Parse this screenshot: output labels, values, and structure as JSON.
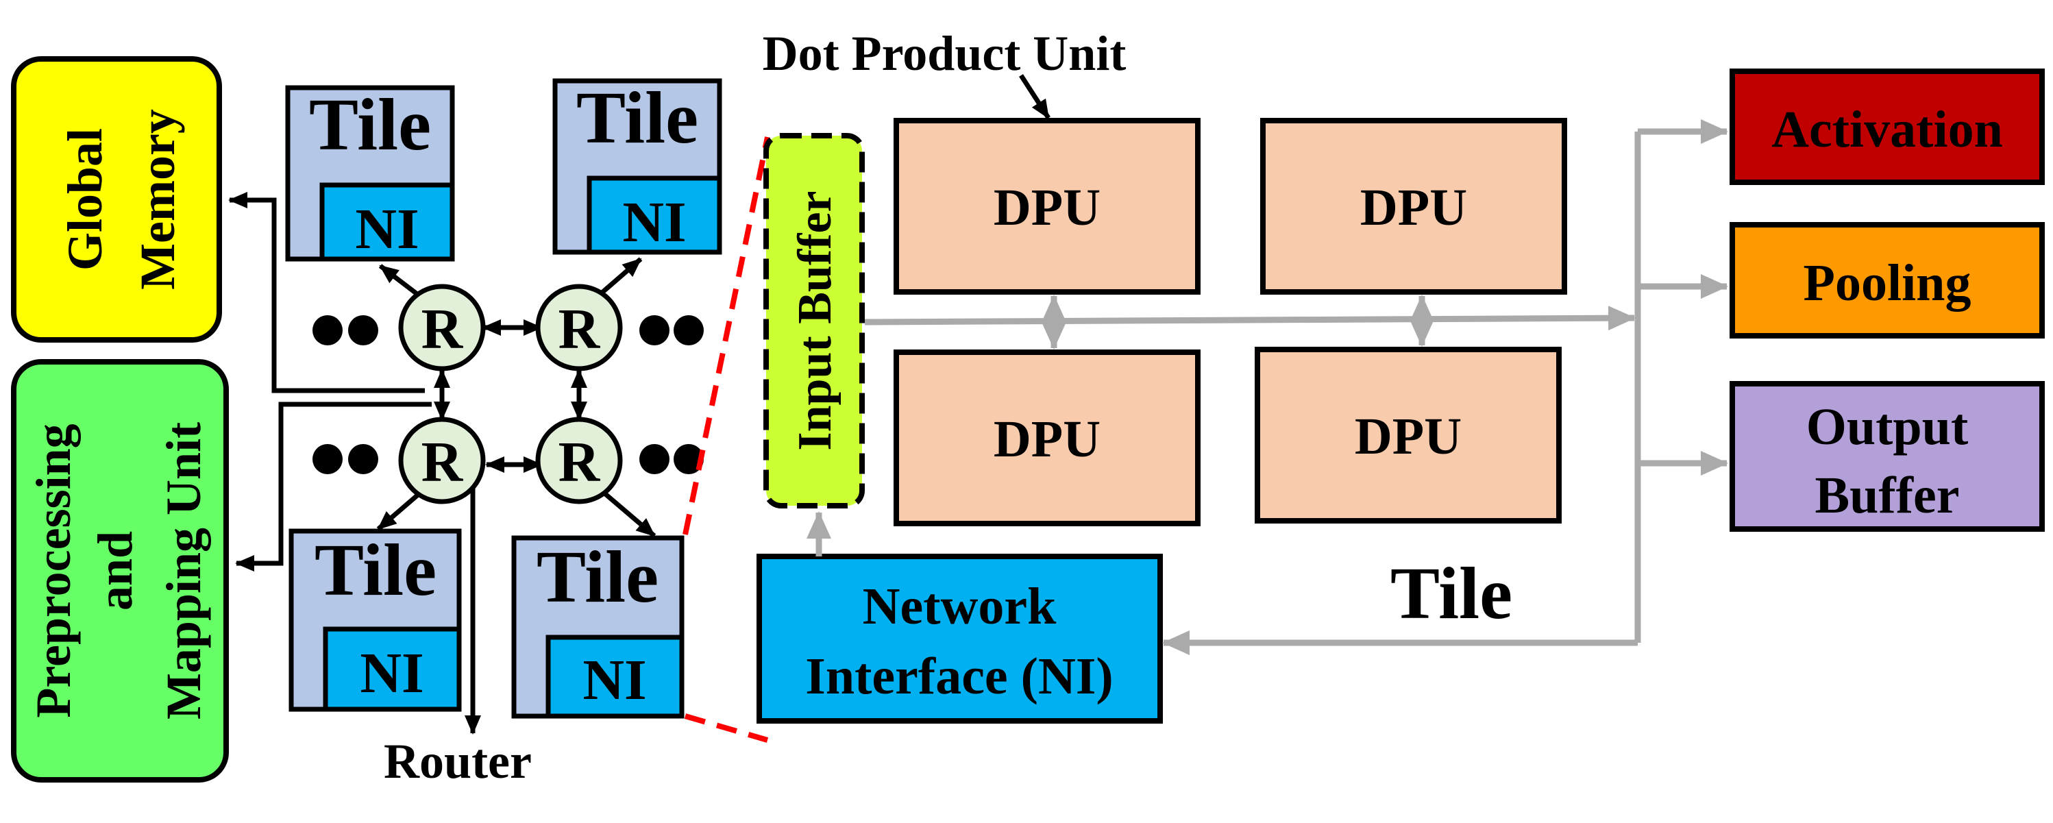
{
  "labels": {
    "global_memory_line1": "Global",
    "global_memory_line2": "Memory",
    "preproc_line1": "Preprocessing",
    "preproc_line2": "and",
    "preproc_line3": "Mapping Unit",
    "tile": "Tile",
    "ni": "NI",
    "router": "R",
    "router_label": "Router",
    "dot_product_unit": "Dot Product Unit",
    "input_buffer": "Input Buffer",
    "dpu": "DPU",
    "ni_full_line1": "Network",
    "ni_full_line2": "Interface (NI)",
    "tile_big": "Tile",
    "activation": "Activation",
    "pooling": "Pooling",
    "output_line1": "Output",
    "output_line2": "Buffer"
  },
  "colors": {
    "global_memory": "#ffff00",
    "preproc": "#66ff66",
    "tile": "#b4c7e7",
    "ni": "#00b0f0",
    "router": "#e2f0d9",
    "input_buffer": "#ccff33",
    "dpu": "#f8cbad",
    "activation": "#c00000",
    "pooling": "#ff9900",
    "output_buffer": "#b4a0d8",
    "gray_line": "#aaaaaa",
    "red_dash": "#ff0000"
  }
}
